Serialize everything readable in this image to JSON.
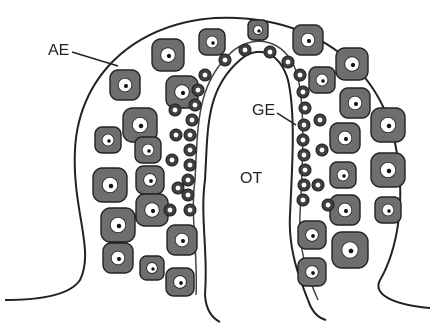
{
  "labels": {
    "ae": "AE",
    "ge": "GE",
    "ot": "OT"
  },
  "colors": {
    "cell_fill": "#6e6e6e",
    "cell_dark": "#3f3f3f",
    "nucleus_fill": "#ffffff",
    "nucleolus": "#111111",
    "stroke": "#222222",
    "background": "#ffffff"
  }
}
